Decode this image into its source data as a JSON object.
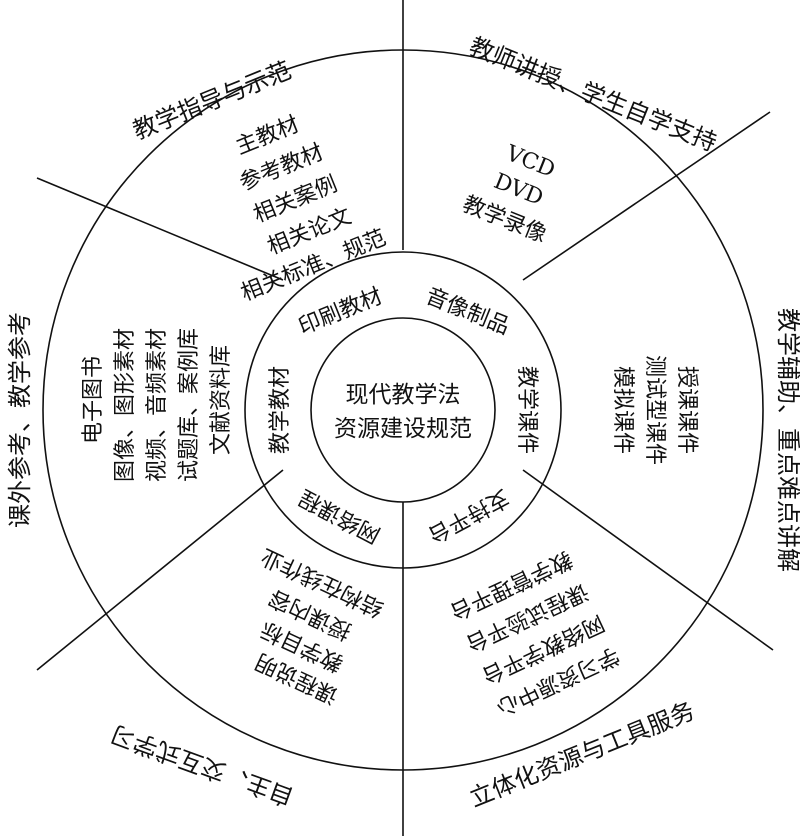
{
  "diagram": {
    "center": {
      "line1": "现代教学法",
      "line2": "资源建设规范"
    },
    "inner_ring": {
      "printed": "印刷教材",
      "av": "音像制品",
      "courseware": "教学课件",
      "support_platform": "支持平台",
      "online_course": "网络课程",
      "teaching_material": "教学教材"
    },
    "middle_ring": {
      "printed_items": [
        "主教材",
        "参考教材",
        "相关案例",
        "相关论文",
        "相关标准、规范"
      ],
      "av_items": [
        "VCD",
        "DVD",
        "教学录像"
      ],
      "courseware_items": [
        "授课课件",
        "测试型课件",
        "模拟课件"
      ],
      "platform_items": [
        "学习资源中心",
        "网络教学平台",
        "课程试验平台",
        "教学管理平台"
      ],
      "online_items": [
        "课程说明",
        "教学目标",
        "授课内容",
        "结构在线作业"
      ],
      "material_items": [
        "电子图书",
        "图像、图形素材",
        "视频、音频素材",
        "试题库、案例库",
        "文献资料库"
      ]
    },
    "outer_ring": {
      "guidance": "教学指导与示范",
      "lecture": "教师讲授、学生自学支持",
      "auxiliary": "教学辅助、重点难点讲解",
      "stereo": "立体化资源与工具服务",
      "interactive": "自主、交互式学习",
      "reference": "课外参考、教学参考"
    }
  }
}
